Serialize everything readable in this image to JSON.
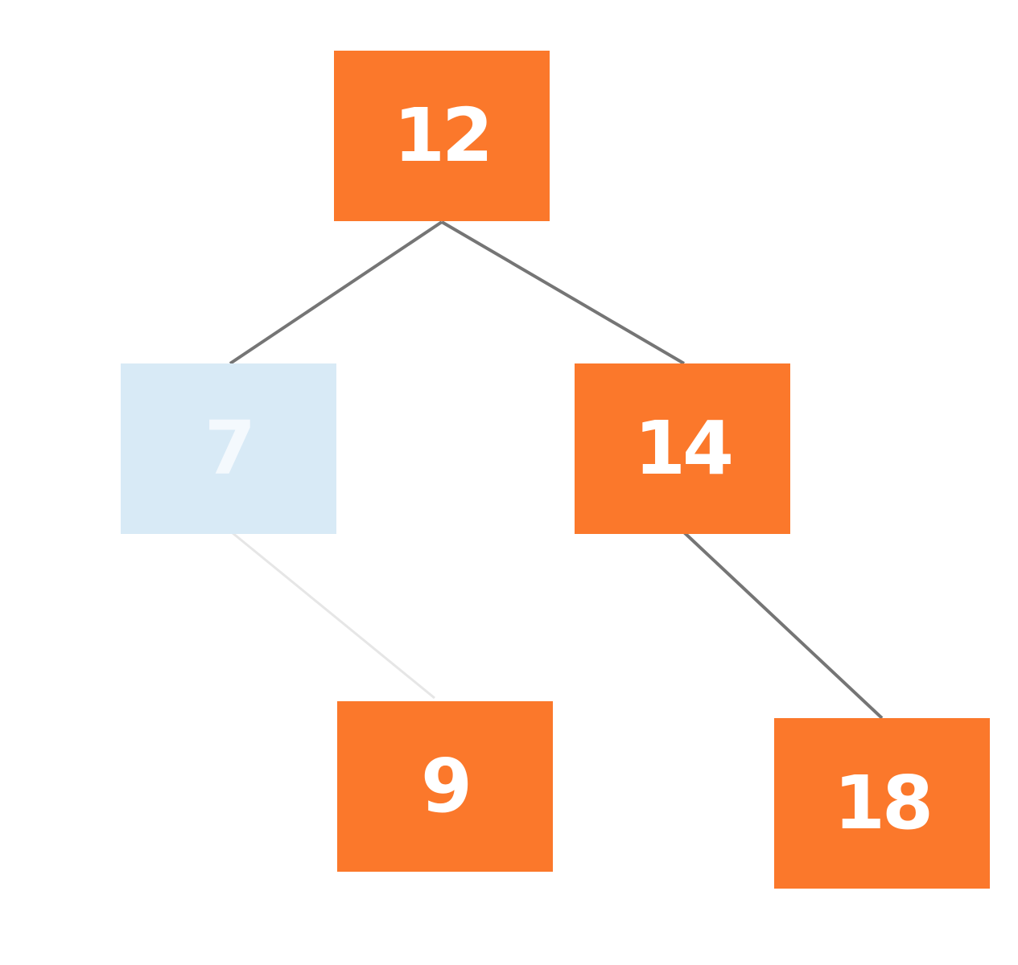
{
  "tree": {
    "colors": {
      "active_node": "#fb782b",
      "faded_node": "#d8eaf6",
      "edge": "#757575",
      "faded_edge": "#e6e6e6"
    },
    "nodes": [
      {
        "id": "n12",
        "label": "12",
        "state": "active"
      },
      {
        "id": "n7",
        "label": "7",
        "state": "faded"
      },
      {
        "id": "n14",
        "label": "14",
        "state": "active"
      },
      {
        "id": "n9",
        "label": "9",
        "state": "active"
      },
      {
        "id": "n18",
        "label": "18",
        "state": "active"
      }
    ],
    "edges": [
      {
        "from": "n12",
        "to": "n7",
        "state": "normal"
      },
      {
        "from": "n12",
        "to": "n14",
        "state": "normal"
      },
      {
        "from": "n7",
        "to": "n9",
        "state": "faded"
      },
      {
        "from": "n14",
        "to": "n18",
        "state": "normal"
      }
    ]
  }
}
